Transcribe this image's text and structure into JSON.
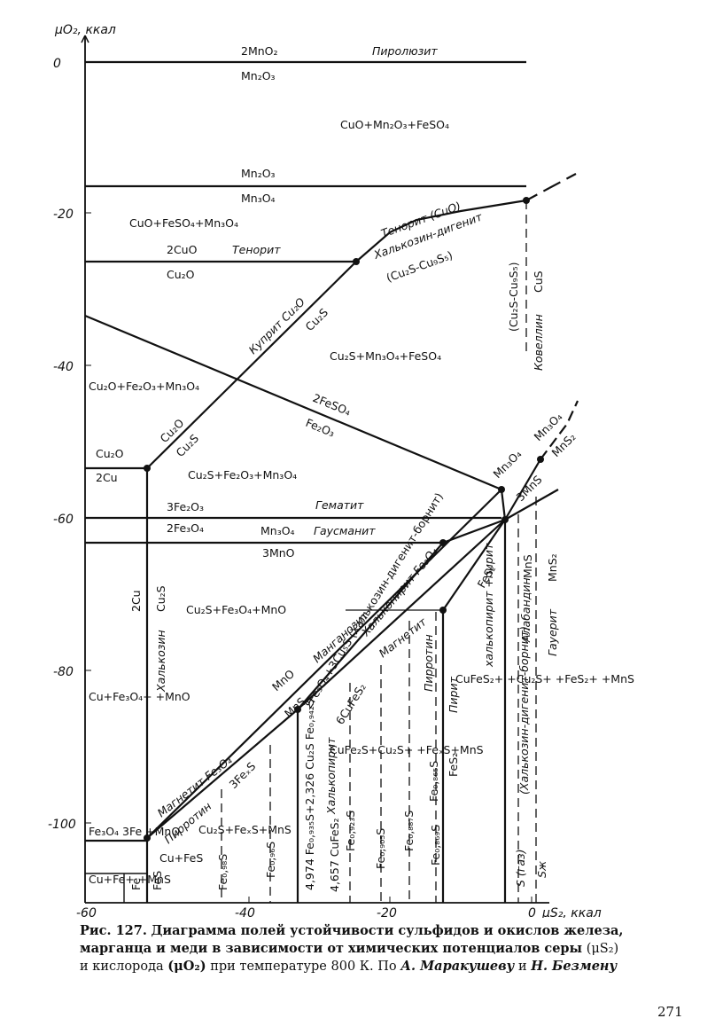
{
  "axes": {
    "y_label": "μO₂, ккал",
    "x_label": "μS₂, ккал",
    "y_ticks": [
      "0",
      "-20",
      "-40",
      "-60",
      "-80",
      "-100"
    ],
    "x_ticks": [
      "-60",
      "-40",
      "-20",
      "0"
    ]
  },
  "regions": {
    "cuo_mn2o3": "CuO+Mn₂O₃+FeSO₄",
    "cuo_mn3o4": "CuO+FeSO₄+Mn₃O₄",
    "cu2s_mn3o4": "Cu₂S+Mn₃O₄+FeSO₄",
    "cu2o_fe2o3": "Cu₂O+Fe₂O₃+Mn₃O₄",
    "cu2s_fe2o3": "Cu₂S+Fe₂O₃+Mn₃O₄",
    "cu2s_fe3o4": "Cu₂S+Fe₃O₄+MnO",
    "cu_fe3o4": "Cu+Fe₃O₄+ +MnO",
    "cufes2_cu2s_pyrr": "CuFe₂S+Cu₂S+ +FeₓS+MnS",
    "cu2s_pyrr_mns": "Cu₂S+FeₓS+MnS",
    "cu_fes": "Cu+FeS",
    "cufes2_cu2s_fes2": "CuFeS₂+ +Cu₂S+ +FeS₂+ +MnS",
    "fe3o4_mno": "Fe₃O₄ 3Fe +MnO",
    "cu_fe_mns": "Cu+Fe+ +MnS"
  },
  "line_labels": {
    "mno2_top": "2MnO₂",
    "mn2o3_bottom": "Mn₂O₃",
    "pyrolusite": "Пиролюзит",
    "mn2o3_top": "Mn₂O₃",
    "mn3o4_bottom": "Mn₃O₄",
    "cuo_top": "2CuO",
    "tenorite_mid": "Тенорит",
    "cu2o_bottom": "Cu₂O",
    "tenorite_right": "Тенорит (CuO)",
    "chalcocite_digenite": "Халькозин-дигенит",
    "cu2s_cu9s5": "(Cu₂S-Cu₉S₅)",
    "cuprite_cu2o": "Куприт Cu₂O",
    "cu2s_a": "Cu₂S",
    "cu2s_cu9s5_vertical": "(Cu₂S-Cu₉S₅)",
    "cus": "CuS",
    "covellite": "Ковеллин",
    "fe2so4": "2FeSO₄",
    "fe2o3": "Fe₂O₃",
    "cu2o_b": "Cu₂O",
    "cu2s_b": "Cu₂S",
    "cu2o_left": "Cu₂O",
    "two_cu_left": "2Cu",
    "fe3o4_three": "3Fe₂O₃",
    "fe3o4_two": "2Fe₃O₄",
    "hematite": "Гематит",
    "mn3o4_haus": "Mn₃O₄",
    "hausmannite": "Гаусманит",
    "three_mno": "3MnO",
    "mn3o4_right": "Mn₃O₄",
    "mn3o4_far": "Mn₃O₄",
    "mns2_far": "MnS₂",
    "three_mns": "3MnS",
    "two_cu_vert": "2Cu",
    "cu2s_vert": "Cu₂S",
    "chalcocite_vert": "Халькозин",
    "manganosite": "Манганозит",
    "mno": "MnO",
    "mns": "MnS",
    "magnetite_fe3o4": "Магнетит Fe₃O₄",
    "three_fexs": "3FeₓS",
    "pyrrhotite_left": "Пирротин",
    "fe_bornite": "2Fe₃O₄+3Cu₅S (Халькозин-дигенит-борнит)",
    "chalcopyrite_fe3o4": "Халькопирит Fe₃O₄",
    "magnetite_right": "Магнетит",
    "six_cufes2": "6CuFeS₂",
    "fes2_diag": "FeS₂",
    "pyrrhotite_right": "Пирротин",
    "fe0865s": "Fe₀,₈₆₅S",
    "pyrite": "Пирит",
    "fes2_vert": "FeS₂",
    "chalcopyrite_pyrite": "халькопирит +пирит",
    "chalc_digen_bornite": "(Халькозин-дигенит-борнит)",
    "alabandin": "Алабандин",
    "mns_vert": "MnS",
    "mns2_vert": "MnS₂",
    "hauerite": "Гауерит",
    "fe098s": "Fe₀,₉₈S",
    "fe096s": "Fe₀,₉₆S",
    "cu2s_fe_long": "4,974 Fe₀,₉₃₅S+2,326 Cu₂S Fe₀,₉₄₂S",
    "chalcopyrite_vert": "Халькопирит",
    "cufes2_4657": "4,657 CuFeS₂",
    "fe0923s": "Fe₀,₉₂₃S",
    "fe0905s": "Fe₀,₉₀₅S",
    "fe0887s": "Fe₀,₈₈₇S",
    "fe0869s": "Fe₀,₈₆₉S",
    "s_gas": "S (газ)",
    "s_liq": "Sж",
    "fe_bottom": "Fe",
    "fes_bottom": "FeS"
  },
  "caption": {
    "fig_number": "Рис. 127.",
    "bold_text": "Диаграмма полей устойчивости сульфидов и окислов железа, марганца и меди в зависимости от химических потенциалов серы",
    "sym_s": "(μS₂)",
    "and_oxygen": "и кислорода",
    "sym_o": "(μO₂)",
    "rest": "при температуре 800 К. По",
    "author1": "А. Маракушеву",
    "and": "и",
    "author2": "Н. Безмену"
  },
  "page_number": "271"
}
